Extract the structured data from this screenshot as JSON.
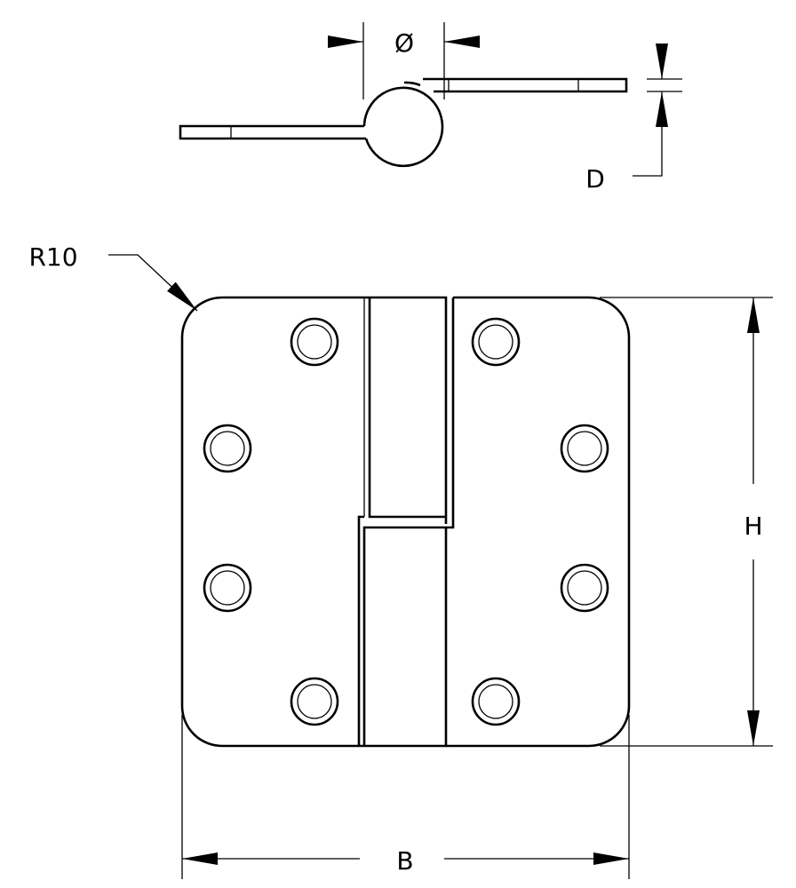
{
  "labels": {
    "diameter": "Ø",
    "thickness": "D",
    "radius": "R10",
    "height": "H",
    "width": "B"
  },
  "colors": {
    "line": "#000000",
    "background": "#ffffff"
  }
}
